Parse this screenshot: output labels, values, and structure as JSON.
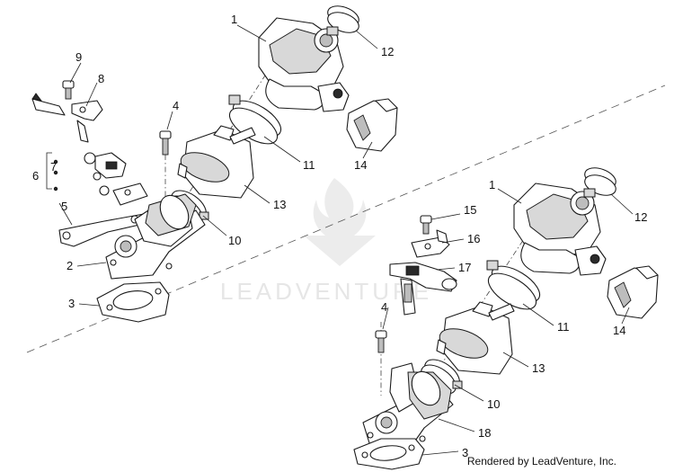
{
  "diagram": {
    "callouts": {
      "left": [
        "9",
        "8",
        "4",
        "1",
        "12",
        "11",
        "13",
        "14",
        "7",
        "6",
        "5",
        "10",
        "2",
        "3"
      ],
      "right": [
        "1",
        "12",
        "15",
        "16",
        "17",
        "4",
        "11",
        "14",
        "13",
        "10",
        "18",
        "3"
      ]
    },
    "watermark": "LEADVENTURE",
    "credit": "Rendered by LeadVenture, Inc."
  },
  "colors": {
    "line": "#1a1a1a",
    "part_fill": "#ffffff",
    "shade": "#bdbdbd",
    "watermark": "#e6e6e6"
  }
}
